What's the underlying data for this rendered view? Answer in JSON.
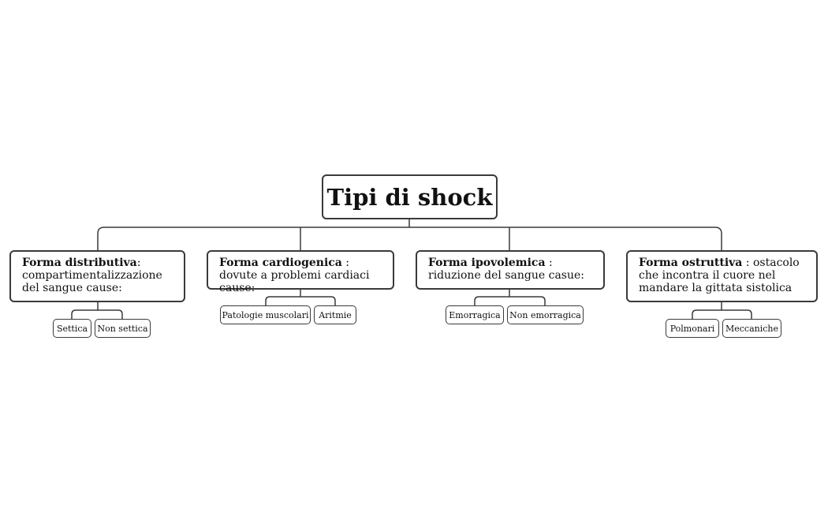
{
  "root": {
    "label": "Tipi di shock"
  },
  "categories": [
    {
      "title": "Forma distributiva",
      "text": ": compartimentalizzazione del sangue cause:",
      "children": [
        "Settica",
        "Non settica"
      ]
    },
    {
      "title": "Forma cardiogenica",
      "text": " : dovute a problemi cardiaci cause:",
      "children": [
        "Patologie muscolari",
        "Aritmie"
      ]
    },
    {
      "title": "Forma ipovolemica",
      "text": " : riduzione del sangue casue:",
      "children": [
        "Emorragica",
        "Non emorragica"
      ]
    },
    {
      "title": "Forma ostruttiva",
      "text": " : ostacolo che incontra il cuore nel mandare la gittata sistolica",
      "children": [
        "Polmonari",
        "Meccaniche"
      ]
    }
  ]
}
